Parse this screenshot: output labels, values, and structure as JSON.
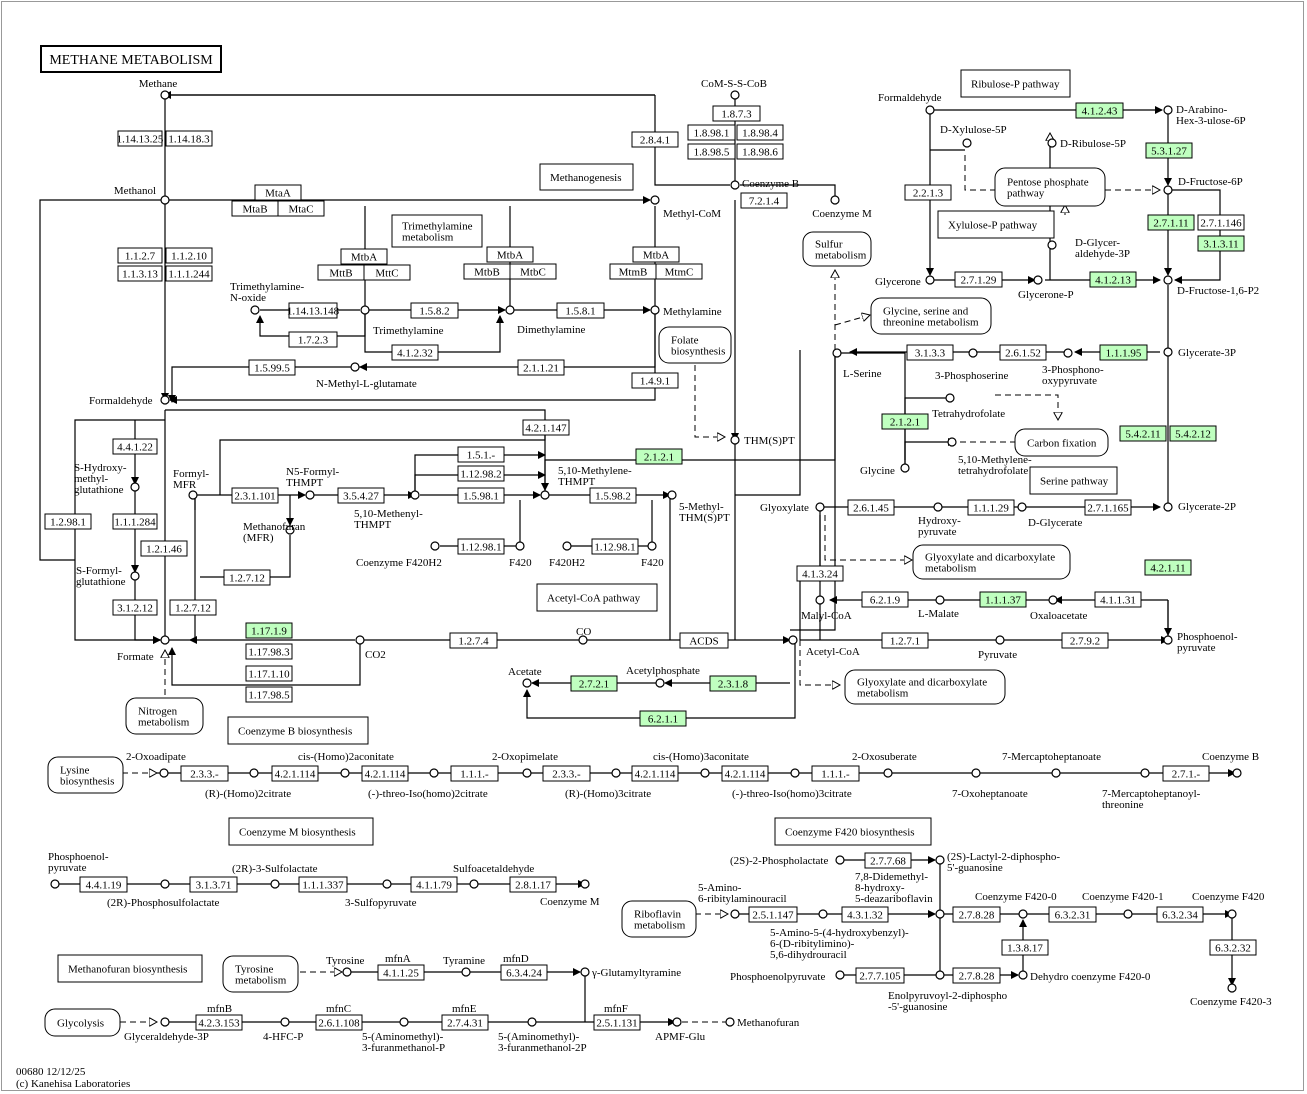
{
  "title": "METHANE METABOLISM",
  "footer": {
    "code": "00680 12/12/25",
    "copyright": "(c) Kanehisa Laboratories"
  },
  "colors": {
    "highlight": "#bfffbf",
    "line": "#000000"
  },
  "compounds": {
    "methane": "Methane",
    "comssco": "CoM-S-S-CoB",
    "methanol": "Methanol",
    "coenzyme_b": "Coenzyme B",
    "methyl_com": "Methyl-CoM",
    "coenzyme_m": "Coenzyme M",
    "tmao": "Trimethylamine-\nN-oxide",
    "trimethylamine": "Trimethylamine",
    "dimethylamine": "Dimethylamine",
    "methylamine": "Methylamine",
    "n_methyl_glutamate": "N-Methyl-L-glutamate",
    "formaldehyde": "Formaldehyde",
    "s_hydroxy": "S-Hydroxy-\nmethyl-\nglutathione",
    "s_formyl": "S-Formyl-\nglutathione",
    "formyl_mfr": "Formyl-\nMFR",
    "n5_formyl": "N5-Formyl-\nTHMPT",
    "methanofuran_mfr": "Methanofuran\n(MFR)",
    "methenyl": "5,10-Methenyl-\nTHMPT",
    "methylene": "5,10-Methylene-\nTHMPT",
    "methyl_thmspt": "5-Methyl-\nTHM(S)PT",
    "coenzyme_f420h2": "Coenzyme F420H2",
    "f420": "F420",
    "f420h2": "F420H2",
    "thmspt": "THM(S)PT",
    "formate": "Formate",
    "co2": "CO2",
    "co": "CO",
    "acetyl_coa": "Acetyl-CoA",
    "acetate": "Acetate",
    "acetylphosphate": "Acetylphosphate",
    "formaldehyde_r": "Formaldehyde",
    "d_xylulose_5p": "D-Xylulose-5P",
    "d_arabino": "D-Arabino-\nHex-3-ulose-6P",
    "d_ribulose_5p": "D-Ribulose-5P",
    "d_fructose_6p": "D-Fructose-6P",
    "d_glyceraldehyde_3p": "D-Glycer-\naldehyde-3P",
    "glycerone": "Glycerone",
    "glycerone_p": "Glycerone-P",
    "d_fructose_16p2": "D-Fructose-1,6-P2",
    "l_serine": "L-Serine",
    "three_phosphoserine": "3-Phosphoserine",
    "three_phosphono": "3-Phosphono-\noxypyruvate",
    "glycerate_3p": "Glycerate-3P",
    "tetrahydrofolate": "Tetrahydrofolate",
    "methylene_thf": "5,10-Methylene-\ntetrahydrofolate",
    "glycine": "Glycine",
    "glyoxylate": "Glyoxylate",
    "hydroxypyruvate": "Hydroxy-\npyruvate",
    "d_glycerate": "D-Glycerate",
    "glycerate_2p": "Glycerate-2P",
    "malyl_coa": "Malyl-CoA",
    "l_malate": "L-Malate",
    "oxaloacetate": "Oxaloacetate",
    "pep": "Phosphoenol-\npyruvate",
    "pyruvate": "Pyruvate",
    "oxoadipate": "2-Oxoadipate",
    "homo2citrate": "(R)-(Homo)2citrate",
    "homo2aconitate": "cis-(Homo)2aconitate",
    "threo2": "(-)-threo-Iso(homo)2citrate",
    "oxopimelate": "2-Oxopimelate",
    "homo3citrate": "(R)-(Homo)3citrate",
    "homo3aconitate": "cis-(Homo)3aconitate",
    "threo3": "(-)-threo-Iso(homo)3citrate",
    "oxosuberate": "2-Oxosuberate",
    "oxoheptanoate": "7-Oxoheptanoate",
    "mercaptoheptanoate": "7-Mercaptoheptanoate",
    "mercaptoheptanoyl": "7-Mercaptoheptanoyl-\nthreonine",
    "coenzyme_b2": "Coenzyme B",
    "pep2": "Phosphoenol-\npyruvate",
    "sulfolactate": "(2R)-3-Sulfolactate",
    "phosphosulfolactate": "(2R)-Phosphosulfolactate",
    "sulfopyruvate": "3-Sulfopyruvate",
    "sulfoacetaldehyde": "Sulfoacetaldehyde",
    "coenzyme_m2": "Coenzyme M",
    "phospholactate": "(2S)-2-Phospholactate",
    "lactyl": "(2S)-Lactyl-2-diphospho-\n5'-guanosine",
    "amino_ribityl": "5-Amino-\n6-ribitylaminouracil",
    "didemethyl": "7,8-Didemethyl-\n8-hydroxy-\n5-deazariboflavin",
    "amino_hydroxybenzyl": "5-Amino-5-(4-hydroxybenzyl)-\n6-(D-ribitylimino)-\n5,6-dihydrouracil",
    "f420_0": "Coenzyme F420-0",
    "f420_1": "Coenzyme F420-1",
    "f420_coenzyme": "Coenzyme F420",
    "pep3": "Phosphoenolpyruvate",
    "enolpyruvoyl": "Enolpyruvoyl-2-diphospho\n-5'-guanosine",
    "dehydro_f420": "Dehydro coenzyme F420-0",
    "f420_3": "Coenzyme F420-3",
    "tyrosine": "Tyrosine",
    "tyramine": "Tyramine",
    "glutamyltyramine": "γ-Glutamyltyramine",
    "glyceraldehyde_3p": "Glyceraldehyde-3P",
    "hfc_p": "4-HFC-P",
    "aminomethyl_p": "5-(Aminomethyl)-\n3-furanmethanol-P",
    "aminomethyl_2p": "5-(Aminomethyl)-\n3-furanmethanol-2P",
    "apmf_glu": "APMF-Glu",
    "methanofuran": "Methanofuran"
  },
  "enzymes": {
    "e1": "1.14.13.25",
    "e2": "1.14.18.3",
    "e3": "1.8.7.3",
    "e4": "1.8.98.1",
    "e5": "1.8.98.4",
    "e6": "1.8.98.5",
    "e7": "1.8.98.6",
    "e8": "2.8.4.1",
    "e9": "MtaA",
    "e10": "MtaB",
    "e11": "MtaC",
    "e12": "7.2.1.4",
    "e13": "1.1.2.7",
    "e14": "1.1.2.10",
    "e15": "1.1.3.13",
    "e16": "1.1.1.244",
    "e17": "MtbA",
    "e18": "MttB",
    "e19": "MttC",
    "e20": "MtbA",
    "e21": "MtbB",
    "e22": "MtbC",
    "e23": "MtbA",
    "e24": "MtmB",
    "e25": "MtmC",
    "e26": "1.14.13.148",
    "e27": "1.5.8.2",
    "e28": "1.5.8.1",
    "e29": "1.7.2.3",
    "e30": "4.1.2.32",
    "e31": "1.5.99.5",
    "e32": "2.1.1.21",
    "e33": "1.4.9.1",
    "e34": "4.4.1.22",
    "e35": "4.2.1.147",
    "e36": "1.5.1.-",
    "e37": "1.12.98.2",
    "e38": "2.1.2.1",
    "e39": "2.3.1.101",
    "e40": "3.5.4.27",
    "e41": "1.5.98.1",
    "e42": "1.5.98.2",
    "e43": "1.1.1.284",
    "e44": "1.2.98.1",
    "e45": "1.2.1.46",
    "e46": "1.12.98.1",
    "e47": "1.12.98.1",
    "e48": "1.2.7.12",
    "e49": "3.1.2.12",
    "e50": "1.2.7.12",
    "e51": "1.17.1.9",
    "e52": "1.17.98.3",
    "e53": "1.17.1.10",
    "e54": "1.17.98.5",
    "e55": "1.2.7.4",
    "e56": "ACDS",
    "e57": "2.7.2.1",
    "e58": "2.3.1.8",
    "e59": "6.2.1.1",
    "e60": "4.1.2.43",
    "e61": "5.3.1.27",
    "e62": "2.2.1.3",
    "e63": "2.7.1.11",
    "e64": "2.7.1.146",
    "e65": "3.1.3.11",
    "e66": "2.7.1.29",
    "e67": "4.1.2.13",
    "e68": "3.1.3.3",
    "e69": "2.6.1.52",
    "e70": "1.1.1.95",
    "e71": "2.1.2.1",
    "e72": "5.4.2.11",
    "e73": "5.4.2.12",
    "e74": "2.6.1.45",
    "e75": "1.1.1.29",
    "e76": "2.7.1.165",
    "e77": "4.1.3.24",
    "e78": "6.2.1.9",
    "e79": "1.1.1.37",
    "e80": "4.1.1.31",
    "e81": "4.2.1.11",
    "e82": "1.2.7.1",
    "e83": "2.7.9.2",
    "b1": "2.3.3.-",
    "b2": "4.2.1.114",
    "b3": "4.2.1.114",
    "b4": "1.1.1.-",
    "b5": "2.3.3.-",
    "b6": "4.2.1.114",
    "b7": "4.2.1.114",
    "b8": "1.1.1.-",
    "b9": "2.7.1.-",
    "m1": "4.4.1.19",
    "m2": "3.1.3.71",
    "m3": "1.1.1.337",
    "m4": "4.1.1.79",
    "m5": "2.8.1.17",
    "f1": "2.7.7.68",
    "f2": "2.5.1.147",
    "f3": "4.3.1.32",
    "f4": "2.7.8.28",
    "f5": "6.3.2.31",
    "f6": "6.3.2.34",
    "f7": "1.3.8.17",
    "f8": "2.7.7.105",
    "f9": "2.7.8.28",
    "f10": "6.3.2.32",
    "t1": "4.1.1.25",
    "t2": "6.3.4.24",
    "t3": "4.2.3.153",
    "t4": "2.6.1.108",
    "t5": "2.7.4.31",
    "t6": "2.5.1.131"
  },
  "gene_labels": {
    "mfnA": "mfnA",
    "mfnD": "mfnD",
    "mfnB": "mfnB",
    "mfnC": "mfnC",
    "mfnE": "mfnE",
    "mfnF": "mfnF"
  },
  "pathways": {
    "methanogenesis": "Methanogenesis",
    "trimethylamine_metab": "Trimethylamine\nmetabolism",
    "sulfur": "Sulfur\nmetabolism",
    "glycine_serine": "Glycine, serine and\nthreonine metabolism",
    "folate": "Folate\nbiosynthesis",
    "carbon_fixation": "Carbon fixation",
    "serine_pathway": "Serine pathway",
    "ribulose_p": "Ribulose-P pathway",
    "pentose": "Pentose phosphate\npathway",
    "xylulose_p": "Xylulose-P pathway",
    "glyoxylate1": "Glyoxylate and dicarboxylate\nmetabolism",
    "glyoxylate2": "Glyoxylate and dicarboxylate\nmetabolism",
    "acetyl_coa_pathway": "Acetyl-CoA pathway",
    "nitrogen": "Nitrogen\nmetabolism",
    "coenzyme_b_bio": "Coenzyme B biosynthesis",
    "lysine": "Lysine\nbiosynthesis",
    "coenzyme_m_bio": "Coenzyme M biosynthesis",
    "coenzyme_f420_bio": "Coenzyme F420 biosynthesis",
    "riboflavin": "Riboflavin\nmetabolism",
    "methanofuran_bio": "Methanofuran biosynthesis",
    "tyrosine_metab": "Tyrosine\nmetabolism",
    "glycolysis": "Glycolysis"
  }
}
